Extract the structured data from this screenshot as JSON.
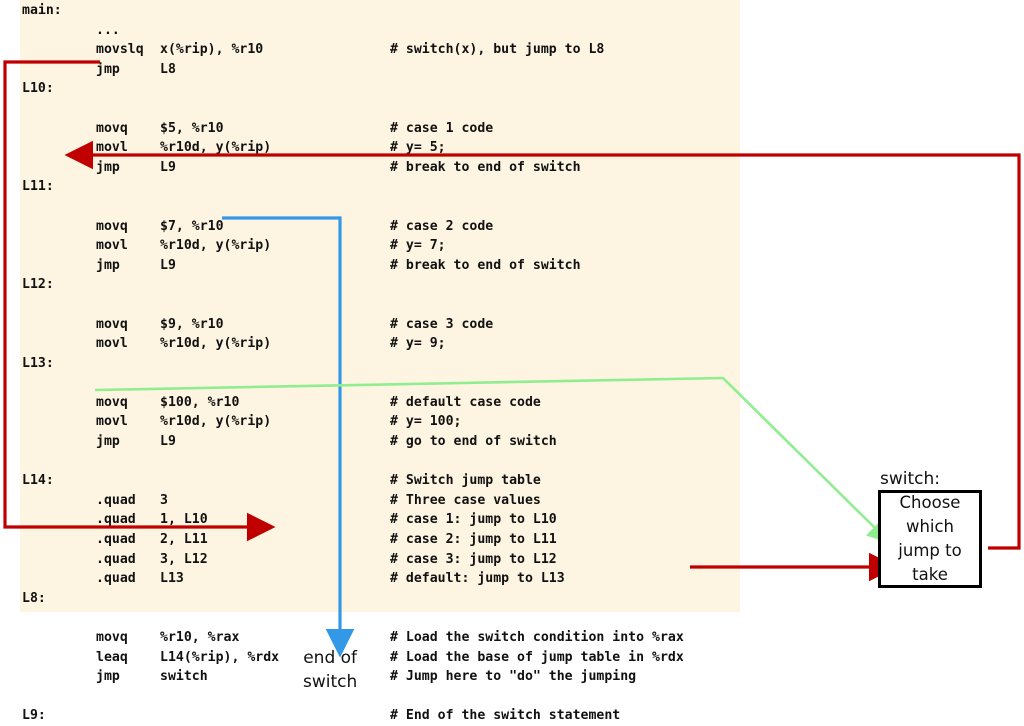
{
  "colors": {
    "code_background": "#fdf5e2",
    "page_background": "#ffffff",
    "red_arrow": "#c00000",
    "blue_arrow": "#3399e6",
    "green_arrow": "#90ee90",
    "text": "#111111",
    "box_border": "#000000"
  },
  "code": {
    "lines": [
      {
        "label": "main:",
        "mnemonic": "",
        "operands": "",
        "comment": ""
      },
      {
        "label": "",
        "mnemonic": "...",
        "operands": "",
        "comment": ""
      },
      {
        "label": "",
        "mnemonic": "movslq",
        "operands": "x(%rip), %r10",
        "comment": "# switch(x), but jump to L8"
      },
      {
        "label": "",
        "mnemonic": "jmp",
        "operands": "L8",
        "comment": ""
      },
      {
        "label": "L10:",
        "mnemonic": "",
        "operands": "",
        "comment": ""
      },
      {
        "label": "",
        "mnemonic": "",
        "operands": "",
        "comment": ""
      },
      {
        "label": "",
        "mnemonic": "movq",
        "operands": "$5, %r10",
        "comment": "# case 1 code"
      },
      {
        "label": "",
        "mnemonic": "movl",
        "operands": "%r10d, y(%rip)",
        "comment": "# y= 5;"
      },
      {
        "label": "",
        "mnemonic": "jmp",
        "operands": "L9",
        "comment": "# break to end of switch"
      },
      {
        "label": "L11:",
        "mnemonic": "",
        "operands": "",
        "comment": ""
      },
      {
        "label": "",
        "mnemonic": "",
        "operands": "",
        "comment": ""
      },
      {
        "label": "",
        "mnemonic": "movq",
        "operands": "$7, %r10",
        "comment": "# case 2 code"
      },
      {
        "label": "",
        "mnemonic": "movl",
        "operands": "%r10d, y(%rip)",
        "comment": "# y= 7;"
      },
      {
        "label": "",
        "mnemonic": "jmp",
        "operands": "L9",
        "comment": "# break to end of switch"
      },
      {
        "label": "L12:",
        "mnemonic": "",
        "operands": "",
        "comment": ""
      },
      {
        "label": "",
        "mnemonic": "",
        "operands": "",
        "comment": ""
      },
      {
        "label": "",
        "mnemonic": "movq",
        "operands": "$9, %r10",
        "comment": "# case 3 code"
      },
      {
        "label": "",
        "mnemonic": "movl",
        "operands": "%r10d, y(%rip)",
        "comment": "# y= 9;"
      },
      {
        "label": "L13:",
        "mnemonic": "",
        "operands": "",
        "comment": ""
      },
      {
        "label": "",
        "mnemonic": "",
        "operands": "",
        "comment": ""
      },
      {
        "label": "",
        "mnemonic": "movq",
        "operands": "$100, %r10",
        "comment": "# default case code"
      },
      {
        "label": "",
        "mnemonic": "movl",
        "operands": "%r10d, y(%rip)",
        "comment": "# y= 100;"
      },
      {
        "label": "",
        "mnemonic": "jmp",
        "operands": "L9",
        "comment": "# go to end of switch"
      },
      {
        "label": "",
        "mnemonic": "",
        "operands": "",
        "comment": ""
      },
      {
        "label": "L14:",
        "mnemonic": "",
        "operands": "",
        "comment": "# Switch jump table"
      },
      {
        "label": "",
        "mnemonic": ".quad",
        "operands": "3",
        "comment": "# Three case values"
      },
      {
        "label": "",
        "mnemonic": ".quad",
        "operands": "1, L10",
        "comment": "# case 1: jump to L10"
      },
      {
        "label": "",
        "mnemonic": ".quad",
        "operands": "2, L11",
        "comment": "# case 2: jump to L11"
      },
      {
        "label": "",
        "mnemonic": ".quad",
        "operands": "3, L12",
        "comment": "# case 3: jump to L12"
      },
      {
        "label": "",
        "mnemonic": ".quad",
        "operands": "L13",
        "comment": "# default: jump to L13"
      },
      {
        "label": "L8:",
        "mnemonic": "",
        "operands": "",
        "comment": ""
      },
      {
        "label": "",
        "mnemonic": "",
        "operands": "",
        "comment": ""
      },
      {
        "label": "",
        "mnemonic": "movq",
        "operands": "%r10, %rax",
        "comment": "# Load the switch condition into %rax"
      },
      {
        "label": "",
        "mnemonic": "leaq",
        "operands": "L14(%rip), %rdx",
        "comment": "# Load the base of jump table in %rdx"
      },
      {
        "label": "",
        "mnemonic": "jmp",
        "operands": "switch",
        "comment": "# Jump here to \"do\" the jumping"
      },
      {
        "label": "",
        "mnemonic": "",
        "operands": "",
        "comment": ""
      },
      {
        "label": "L9:",
        "mnemonic": "",
        "operands": "",
        "comment": "# End of the switch statement"
      }
    ]
  },
  "switch_block": {
    "caption": "switch:",
    "body": "Choose\nwhich\njump to\ntake"
  },
  "end_of_switch": {
    "label": "end of\nswitch"
  },
  "annotations": {
    "red_jmp_to_l8": "jmp L8 flows down the left margin and enters the L8 block",
    "red_return_from_switch": "switch block returns right then up and back to L11",
    "blue_break_to_end": "jmp L9 break path leads down to end of switch",
    "green_jump_table_base": "L14 jump table base feeds the switch chooser"
  }
}
